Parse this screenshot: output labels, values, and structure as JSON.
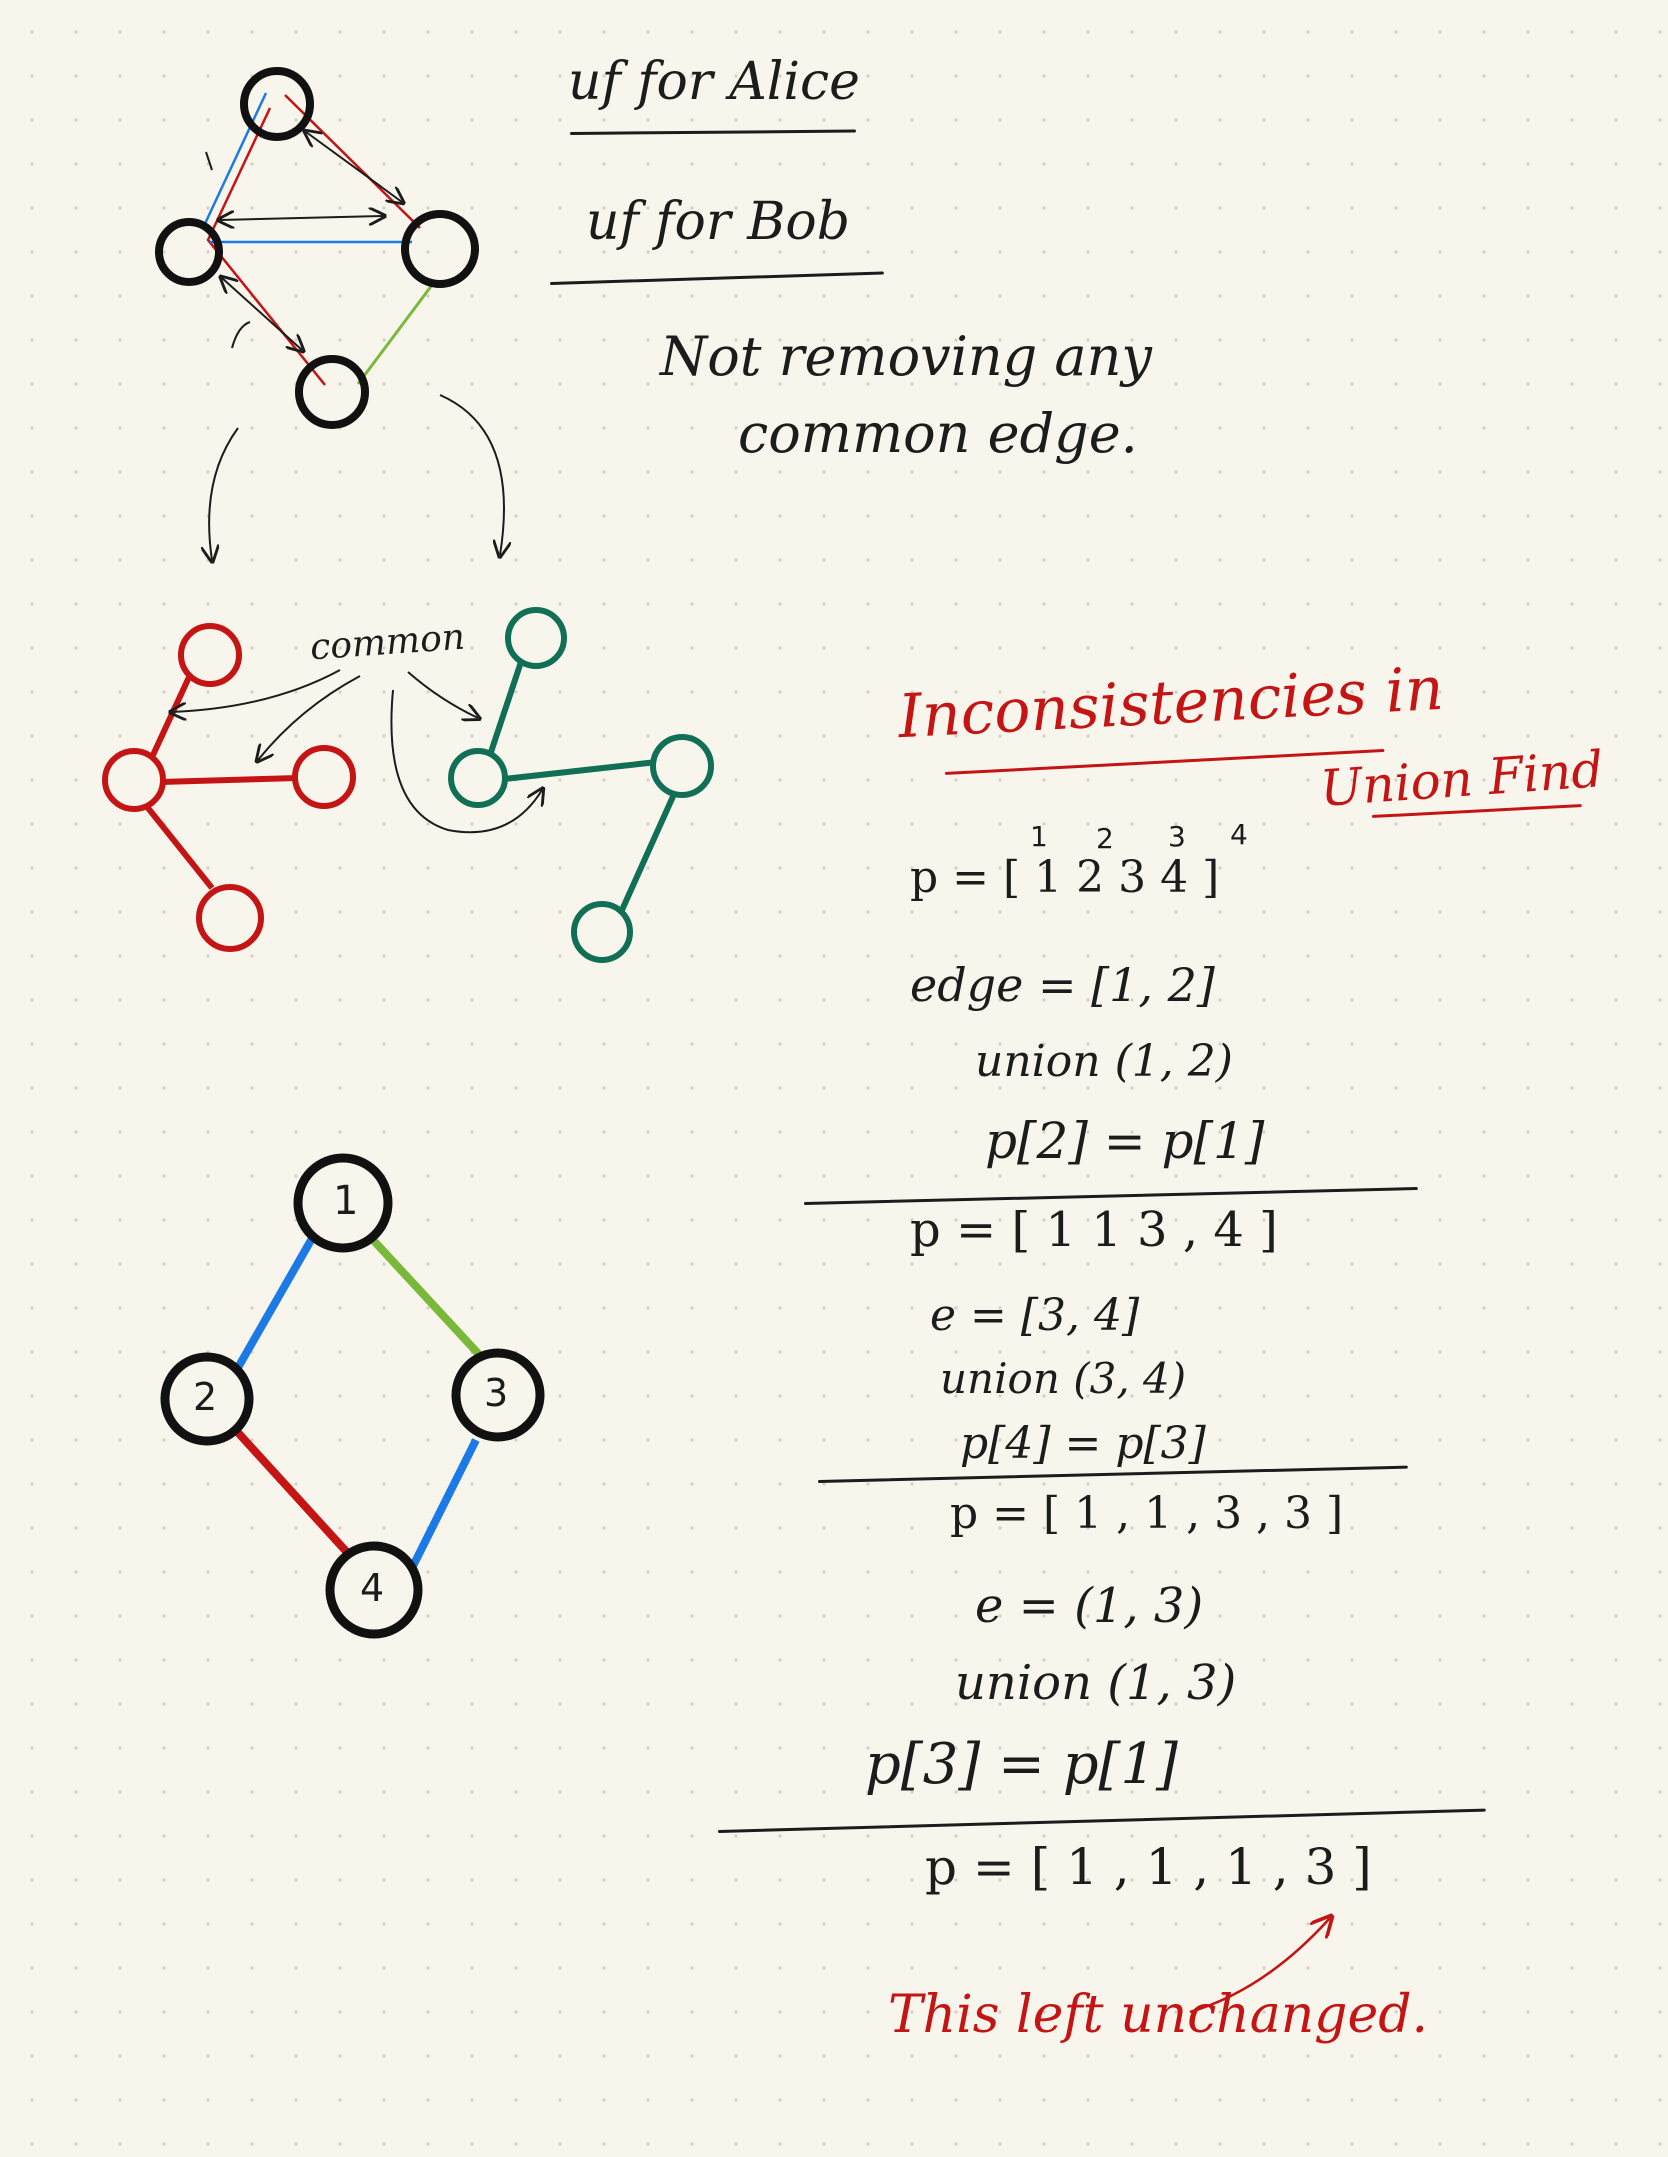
{
  "notes": {
    "uf_alice": "uf for Alice",
    "uf_bob": "uf for Bob",
    "not_removing_1": "Not removing any",
    "not_removing_2": "common edge.",
    "common": "common",
    "title_1": "Inconsistencies in",
    "title_2": "Union Find",
    "left_unchanged": "This left unchanged."
  },
  "union_find": {
    "indices": [
      "1",
      "2",
      "3",
      "4"
    ],
    "initial": "p = [ 1   2   3   4 ]",
    "step1_edge": "edge = [1, 2]",
    "step1_union": "union (1, 2)",
    "step1_assign": "p[2] = p[1]",
    "step1_result": "p = [ 1  1  3 , 4 ]",
    "step2_edge": "e = [3, 4]",
    "step2_union": "union (3, 4)",
    "step2_assign": "p[4] = p[3]",
    "step2_result": "p = [ 1 , 1 , 3 , 3 ]",
    "step3_edge": "e = (1, 3)",
    "step3_union": "union (1, 3)",
    "step3_assign": "p[3] = p[1]",
    "step3_result": "p = [ 1 , 1 , 1 , 3 ]"
  },
  "graph_labels": [
    "1",
    "2",
    "3",
    "4"
  ],
  "colors": {
    "ink": "#1c1c1c",
    "red": "#c41414",
    "blue": "#1c7ae6",
    "green": "#7ab83a",
    "teal": "#116f55"
  }
}
